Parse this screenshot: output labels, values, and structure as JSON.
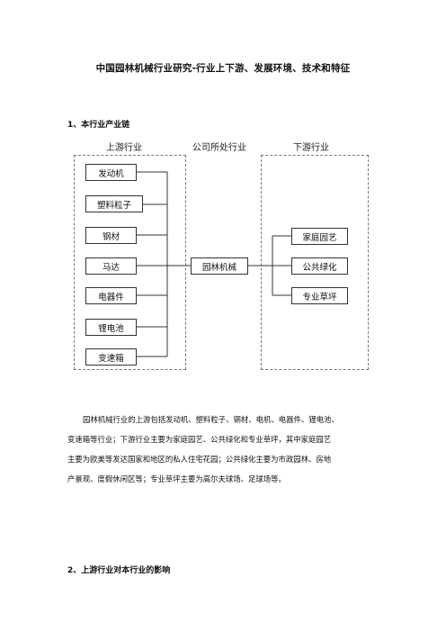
{
  "title": "中国园林机械行业研究-行业上下游、发展环境、技术和特征",
  "section1_heading": "1、本行业产业链",
  "diagram": {
    "col_upstream": "上游行业",
    "col_company": "公司所处行业",
    "col_downstream": "下游行业",
    "upstream": [
      "发动机",
      "塑料粒子",
      "钢材",
      "马达",
      "电器件",
      "锂电池",
      "变速箱"
    ],
    "center": "园林机械",
    "downstream": [
      "家庭园艺",
      "公共绿化",
      "专业草坪"
    ]
  },
  "paragraph": [
    "园林机械行业的上游包括发动机、塑料粒子、钢材、电机、电器件、锂电池、",
    "变速箱等行业；下游行业主要为家庭园艺、公共绿化和专业草坪，其中家庭园艺",
    "主要为欧美等发达国家和地区的私人住宅花园；公共绿化主要为市政园林、房地",
    "产景观、度假休闲区等；专业草坪主要为高尔夫球场、足球场等。"
  ],
  "section2_heading": "2、上游行业对本行业的影响"
}
